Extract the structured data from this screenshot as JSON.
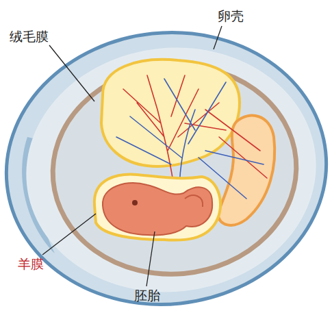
{
  "diagram": {
    "labels": [
      "卵壳",
      "绒毛膜",
      "羊膜",
      "胚胎"
    ]
  }
}
